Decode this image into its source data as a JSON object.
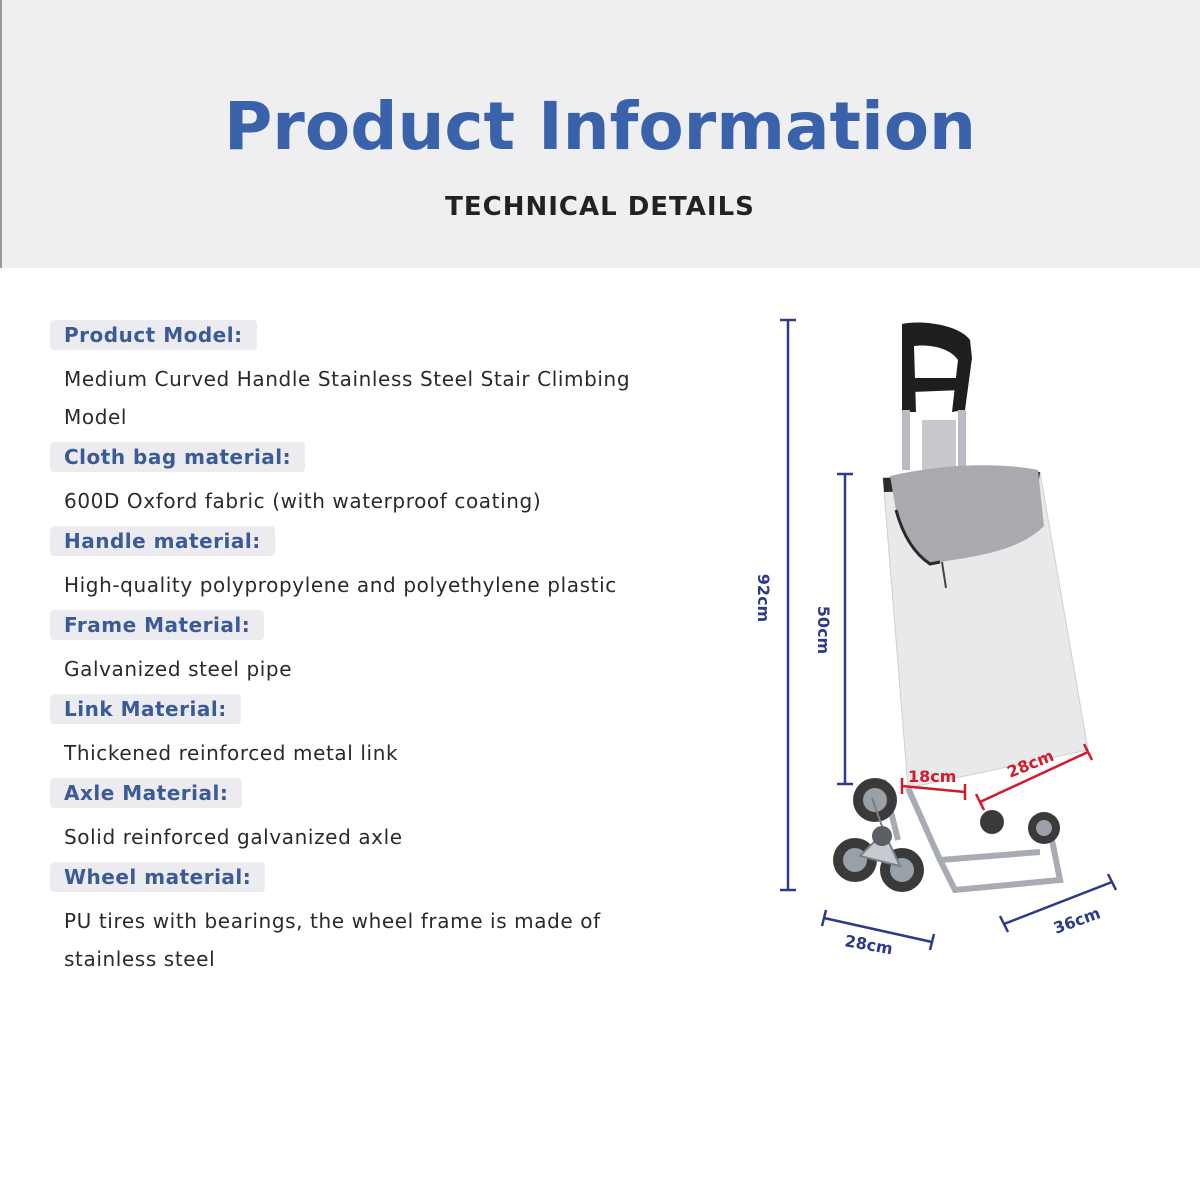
{
  "header": {
    "title": "Product Information",
    "subtitle": "TECHNICAL DETAILS"
  },
  "specs": [
    {
      "label": "Product Model:",
      "value": "Medium Curved Handle Stainless Steel Stair Climbing Model"
    },
    {
      "label": "Cloth bag material:",
      "value": "600D Oxford fabric (with waterproof coating)"
    },
    {
      "label": "Handle material:",
      "value": "High-quality polypropylene and polyethylene plastic"
    },
    {
      "label": "Frame Material:",
      "value": "Galvanized steel pipe"
    },
    {
      "label": "Link Material:",
      "value": "Thickened reinforced metal link"
    },
    {
      "label": "Axle Material:",
      "value": "Solid reinforced galvanized axle"
    },
    {
      "label": "Wheel material:",
      "value": "PU tires with bearings, the wheel frame is made of stainless steel"
    }
  ],
  "dimensions": {
    "total_height": "92cm",
    "bag_height": "50cm",
    "bag_depth": "18cm",
    "bag_width": "28cm",
    "base_depth": "28cm",
    "base_width": "36cm"
  },
  "colors": {
    "title": "#3a62aa",
    "label": "#3a5a98",
    "dimension_blue": "#2b3a8c",
    "dimension_red": "#d11a2a"
  }
}
